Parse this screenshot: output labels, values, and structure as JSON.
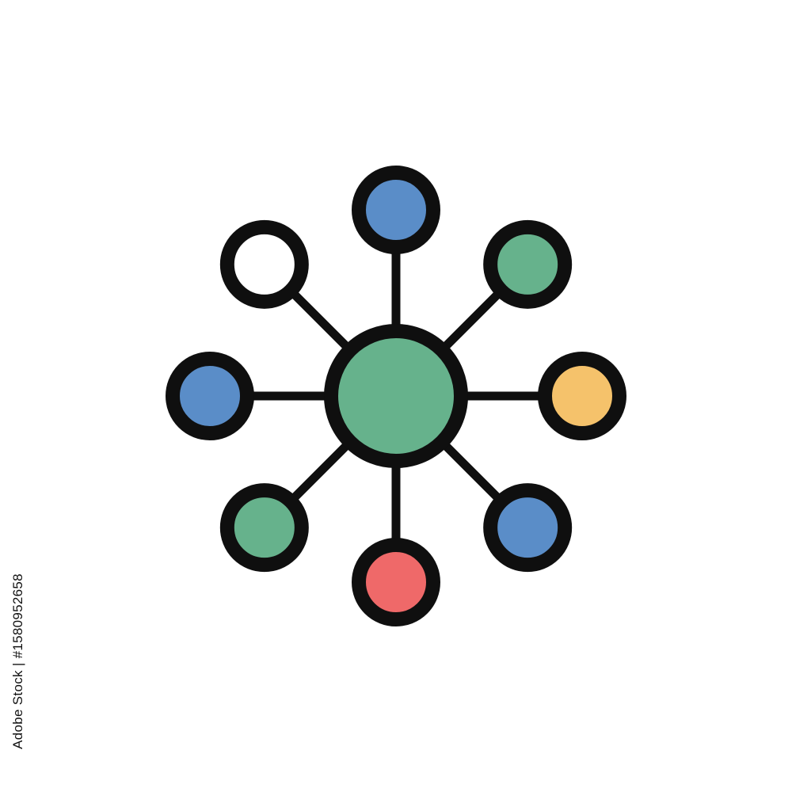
{
  "stock_id": "Adobe Stock | #1580952658",
  "colors": {
    "outline": "#0f0f0f",
    "background": "#ffffff",
    "hub": "#66b28c",
    "blue": "#5a8dc8",
    "green": "#66b28c",
    "yellow": "#f5c26b",
    "red": "#ef6969",
    "empty": "#ffffff"
  },
  "icon": {
    "name": "network-hub-icon",
    "hub_color": "green",
    "satellites": [
      {
        "name": "top-node",
        "color": "blue"
      },
      {
        "name": "top-right-node",
        "color": "green"
      },
      {
        "name": "right-node",
        "color": "yellow"
      },
      {
        "name": "bottom-right-node",
        "color": "blue"
      },
      {
        "name": "bottom-node",
        "color": "red"
      },
      {
        "name": "bottom-left-node",
        "color": "green"
      },
      {
        "name": "left-node",
        "color": "blue"
      },
      {
        "name": "top-left-node",
        "color": "empty"
      }
    ]
  }
}
